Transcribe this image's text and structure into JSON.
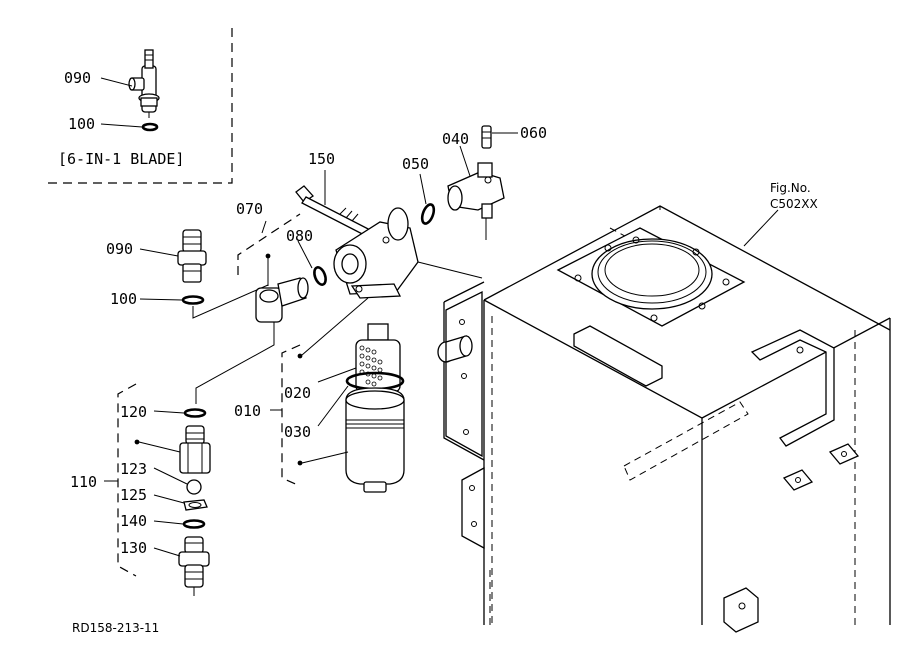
{
  "diagram": {
    "inset_label": "[6-IN-1 BLADE]",
    "fig_label": "Fig.No.",
    "fig_number": "C502XX",
    "drawing_id": "RD158-213-11"
  },
  "callouts": {
    "p090_inset": "090",
    "p100_inset": "100",
    "p150": "150",
    "p050": "050",
    "p040": "040",
    "p060": "060",
    "p070": "070",
    "p080": "080",
    "p090": "090",
    "p100": "100",
    "p020": "020",
    "p010": "010",
    "p030": "030",
    "p120": "120",
    "p110": "110",
    "p123": "123",
    "p125": "125",
    "p140": "140",
    "p130": "130"
  }
}
